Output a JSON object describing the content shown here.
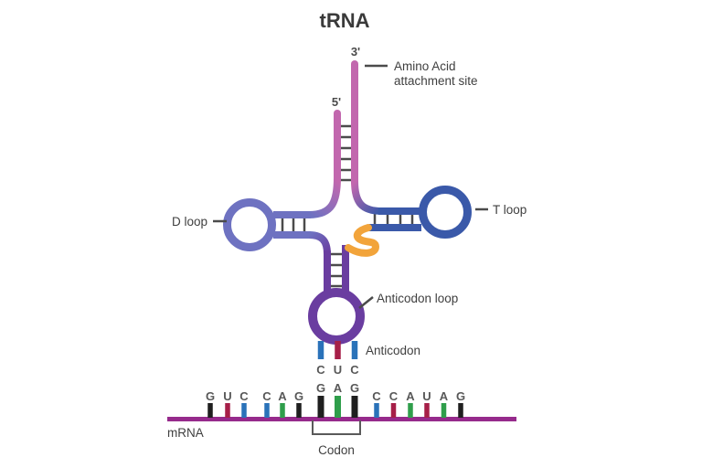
{
  "palette": {
    "acceptor_stem_pink": "#c267ae",
    "d_arm_periwinkle": "#6e72c1",
    "t_arm_blue": "#3a59a9",
    "variable_loop_orange": "#f2a43b",
    "anticodon_arm_purple": "#6a3da0",
    "mrna_strand": "#962a8c",
    "ladder_rung": "#4b4b4b",
    "label_text": "#3f3f3f",
    "base_black": "#1f1f1f",
    "base_red": "#a61f48",
    "base_blue": "#2a72b9",
    "base_green": "#2f9e4b"
  },
  "title": "tRNA",
  "trna": {
    "three_prime_label": "3'",
    "five_prime_label": "5'",
    "amino_acid_label_line1": "Amino Acid",
    "amino_acid_label_line2": "attachment site",
    "d_loop_label": "D loop",
    "t_loop_label": "T loop",
    "anticodon_loop_label": "Anticodon loop",
    "anticodon_label": "Anticodon",
    "anticodon_bases": [
      {
        "letter": "C",
        "color": "base_blue"
      },
      {
        "letter": "U",
        "color": "base_red"
      },
      {
        "letter": "C",
        "color": "base_blue"
      }
    ]
  },
  "mrna": {
    "label": "mRNA",
    "codon_label": "Codon",
    "bases": [
      {
        "letter": "G",
        "color": "base_black",
        "tall": false
      },
      {
        "letter": "U",
        "color": "base_red",
        "tall": false
      },
      {
        "letter": "C",
        "color": "base_blue",
        "tall": false
      },
      {
        "letter": "C",
        "color": "base_blue",
        "tall": false
      },
      {
        "letter": "A",
        "color": "base_green",
        "tall": false
      },
      {
        "letter": "G",
        "color": "base_black",
        "tall": false
      },
      {
        "letter": "G",
        "color": "base_black",
        "tall": true
      },
      {
        "letter": "A",
        "color": "base_green",
        "tall": true
      },
      {
        "letter": "G",
        "color": "base_black",
        "tall": true
      },
      {
        "letter": "C",
        "color": "base_blue",
        "tall": false
      },
      {
        "letter": "C",
        "color": "base_red",
        "tall": false
      },
      {
        "letter": "A",
        "color": "base_green",
        "tall": false
      },
      {
        "letter": "U",
        "color": "base_red",
        "tall": false
      },
      {
        "letter": "A",
        "color": "base_green",
        "tall": false
      },
      {
        "letter": "G",
        "color": "base_black",
        "tall": false
      }
    ]
  }
}
